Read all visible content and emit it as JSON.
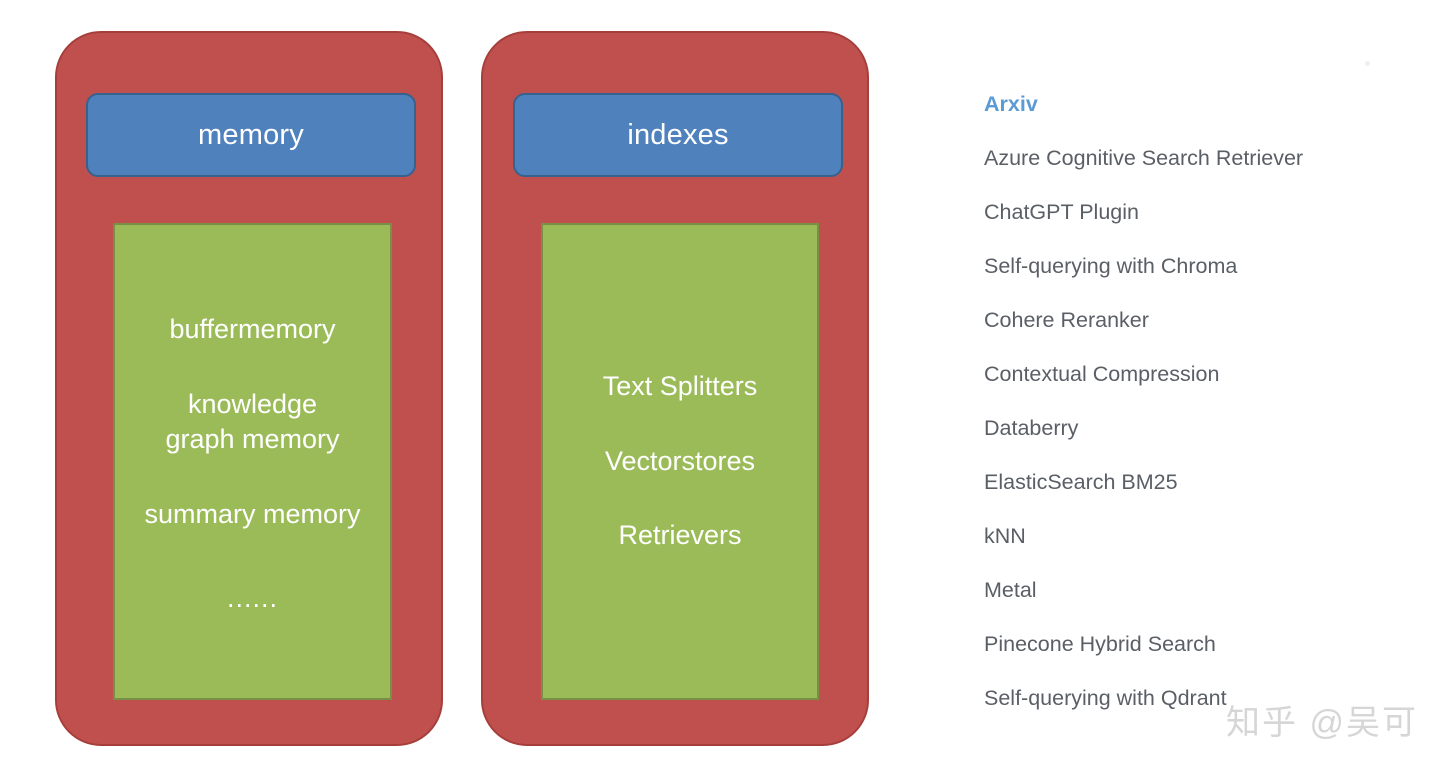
{
  "panels": [
    {
      "id": "memory",
      "header": "memory",
      "items": [
        "buffermemory",
        "knowledge\ngraph memory",
        "summary memory",
        "......"
      ]
    },
    {
      "id": "indexes",
      "header": "indexes",
      "items": [
        "Text Splitters",
        "Vectorstores",
        "Retrievers"
      ]
    }
  ],
  "panel_memory": {
    "header": "memory",
    "item_0": "buffermemory",
    "item_1_line_1": "knowledge",
    "item_1_line_2": "graph memory",
    "item_2": "summary memory",
    "item_3": "......"
  },
  "panel_indexes": {
    "header": "indexes",
    "item_0": "Text Splitters",
    "item_1": "Vectorstores",
    "item_2": "Retrievers"
  },
  "link_list": {
    "heading": "Arxiv",
    "items": [
      "Azure Cognitive Search Retriever",
      "ChatGPT Plugin",
      "Self-querying with Chroma",
      "Cohere Reranker",
      "Contextual Compression",
      "Databerry",
      "ElasticSearch BM25",
      "kNN",
      "Metal",
      "Pinecone Hybrid Search",
      "Self-querying with Qdrant"
    ]
  },
  "watermark": "知乎 @吴可",
  "colors": {
    "panel_red": "#c0504d",
    "panel_red_border": "#a63f3c",
    "header_blue": "#4f81bd",
    "header_blue_border": "#37618e",
    "content_green": "#9bbb59",
    "content_green_border": "#788f45",
    "heading_blue": "#5b9bd5",
    "list_text": "#5a5f66",
    "watermark_gray": "#d6d6d6",
    "background": "#ffffff"
  }
}
